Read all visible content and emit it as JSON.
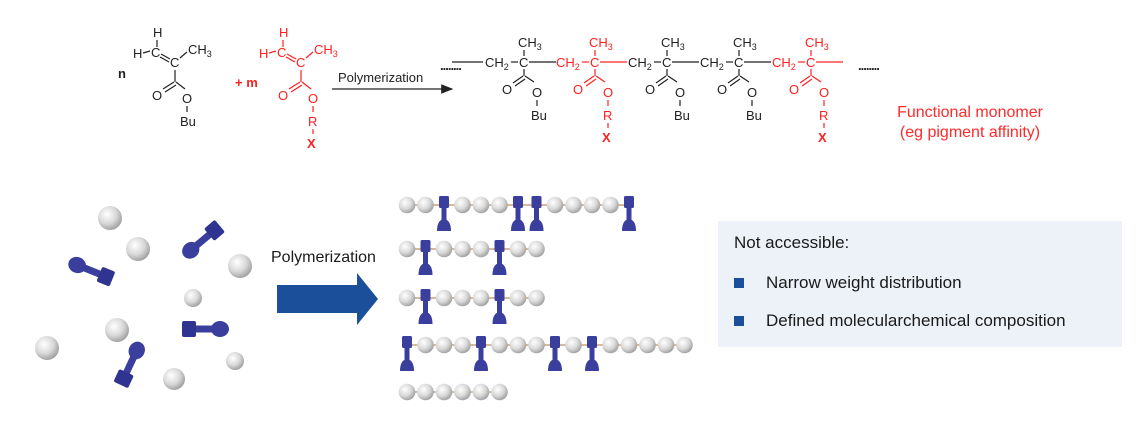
{
  "reaction": {
    "monomer1": {
      "coefficient": "n",
      "atoms": {
        "h_top": "H",
        "h_left": "H",
        "c1": "C",
        "c2": "C",
        "ch3": "CH",
        "ch3_sub": "3",
        "o_carbonyl": "O",
        "o_ester": "O",
        "group": "Bu"
      },
      "color": "#222222"
    },
    "monomer2": {
      "coefficient": "+ m",
      "atoms": {
        "h_top": "H",
        "h_left": "H",
        "c1": "C",
        "c2": "C",
        "ch3": "CH",
        "ch3_sub": "3",
        "o_carbonyl": "O",
        "o_ester": "O",
        "r": "R",
        "x": "X"
      },
      "color": "#ff2020"
    },
    "arrow_label": "Polymerization",
    "polymer": {
      "units": [
        {
          "type": "Bu",
          "color": "#222222"
        },
        {
          "type": "RX",
          "color": "#ff2020"
        },
        {
          "type": "Bu",
          "color": "#222222"
        },
        {
          "type": "Bu",
          "color": "#222222"
        },
        {
          "type": "RX",
          "color": "#ff2020"
        }
      ],
      "ch2": "CH",
      "ch2_sub": "2",
      "c": "C",
      "ch3": "CH",
      "ch3_sub": "3",
      "o": "O",
      "bu": "Bu",
      "r": "R",
      "x": "X",
      "ellipsis": "........"
    },
    "note_line1": "Functional monomer",
    "note_line2": "(eg pigment affinity)"
  },
  "illustration": {
    "arrow_label": "Polymerization",
    "arrow_color": "#1b4f9a",
    "monomer_color": "#3a3f9e",
    "sphere_color": "#d8d8d8",
    "chains": [
      "ssbsssbbssssb",
      "sbsssbss",
      "sbsssbss",
      "bsssbsssbsbsssss",
      "ssssss"
    ]
  },
  "info_box": {
    "title": "Not accessible:",
    "items": [
      "Narrow weight distribution",
      "Defined molecularchemical composition"
    ],
    "bullet_color": "#1b4f9a",
    "background": "#edf1f8"
  }
}
